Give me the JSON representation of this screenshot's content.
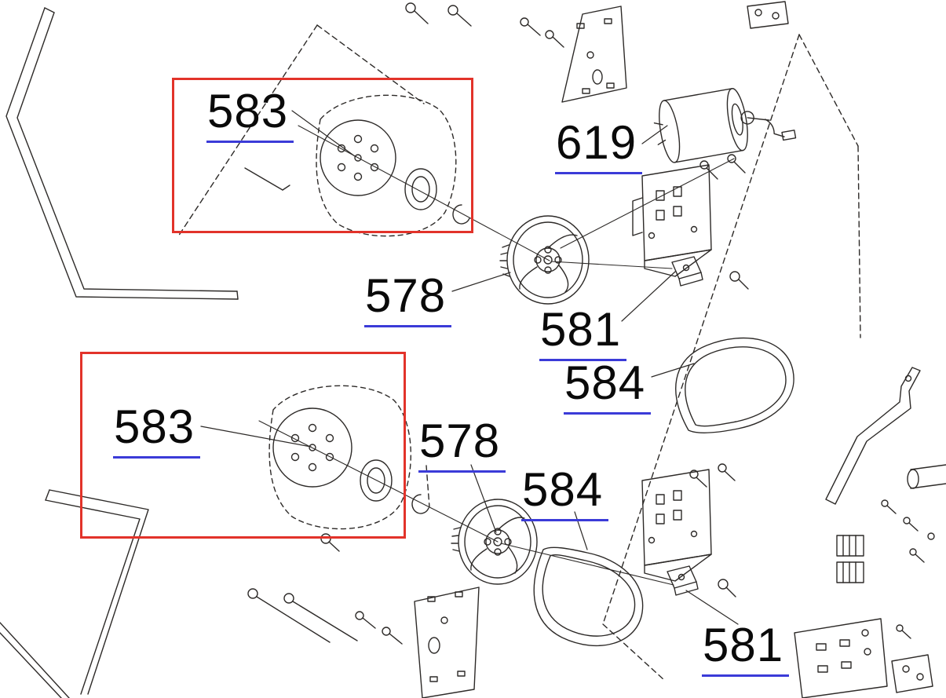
{
  "diagram": {
    "labels": [
      {
        "id": "583-top",
        "text": "583"
      },
      {
        "id": "619",
        "text": "619"
      },
      {
        "id": "578-top",
        "text": "578"
      },
      {
        "id": "581-top",
        "text": "581"
      },
      {
        "id": "584-top",
        "text": "584"
      },
      {
        "id": "583-bottom",
        "text": "583"
      },
      {
        "id": "578-bottom",
        "text": "578"
      },
      {
        "id": "584-bottom",
        "text": "584"
      },
      {
        "id": "581-bottom",
        "text": "581"
      }
    ],
    "colors": {
      "highlight_box": "#e2332a",
      "link_underline": "#3b3bd8",
      "line_art": "#2d2a28"
    }
  }
}
